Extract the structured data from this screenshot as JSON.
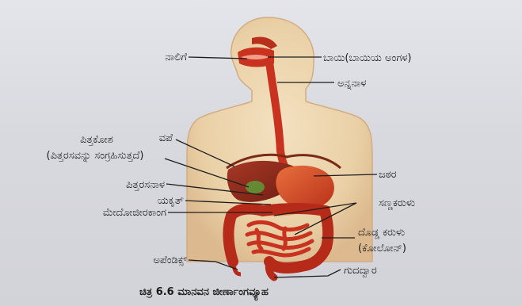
{
  "labels": {
    "tongue": "ನಾಲಿಗೆ",
    "mouth": "ಬಾಯಿ(ಬಾಯಿಯ ಅಂಗಳ)",
    "esophagus": "ಅನ್ನನಾಳ",
    "gallbladder": "ಪಿತ್ತಕೋಶ",
    "gallbladder_note": "(ಪಿತ್ತರಸವನ್ನು ಸಂಗ್ರಹಿಸುತ್ತದೆ)",
    "diaphragm": "ವಪೆ",
    "stomach": "ಜಠರ",
    "bile_duct": "ಪಿತ್ತರಸನಾಳ",
    "liver": "ಯಕೃತ್",
    "small_intestine": "ಸಣ್ಣಕರುಳು",
    "pancreas": "ಮೇದೋಜೀರಕಾಂಗ",
    "large_intestine": "ದೊಡ್ಡ ಕರುಳು",
    "colon": "(ಕೋಲೋನ್)",
    "appendix": "ಅಪೆಂಡಿಕ್ಸ್",
    "anus": "ಗುದದ್ವಾರ"
  },
  "caption": "ಚಿತ್ರ 6.6 ಮಾನವನ ಜೀರ್ಣಾಂಗವ್ಯೂಹ",
  "colors": {
    "body_outline": "#d8b48c",
    "body_fill": "#efd9b6",
    "organ_red": "#c8321f",
    "liver_brown": "#8e2a1a",
    "stomach_orange": "#d24a24",
    "intestine_red": "#b52a18"
  }
}
